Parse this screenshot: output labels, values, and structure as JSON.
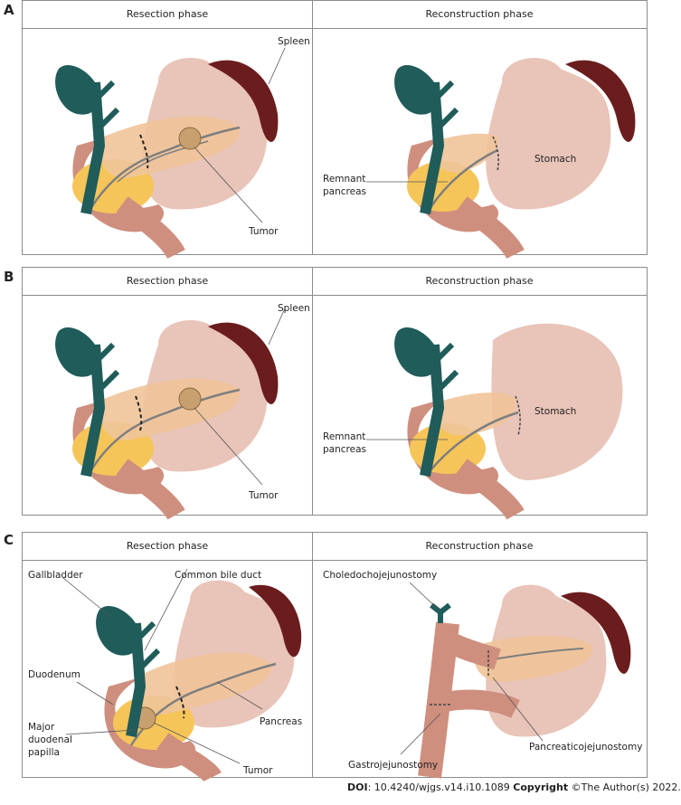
{
  "panels": {
    "a": {
      "letter": "A",
      "resection_title": "Resection phase",
      "reconstruction_title": "Reconstruction phase",
      "labels": {
        "spleen": "Spleen",
        "tumor": "Tumor",
        "stomach": "Stomach",
        "remnant": "Remnant\npancreas"
      }
    },
    "b": {
      "letter": "B",
      "resection_title": "Resection phase",
      "reconstruction_title": "Reconstruction phase",
      "labels": {
        "spleen": "Spleen",
        "tumor": "Tumor",
        "stomach": "Stomach",
        "remnant": "Remnant\npancreas"
      }
    },
    "c": {
      "letter": "C",
      "resection_title": "Resection phase",
      "reconstruction_title": "Reconstruction phase",
      "labels": {
        "gallbladder": "Gallbladder",
        "common_bile_duct": "Common bile duct",
        "duodenum": "Duodenum",
        "papilla": "Major\nduodenal\npapilla",
        "pancreas": "Pancreas",
        "tumor": "Tumor",
        "choledochojejunostomy": "Choledochojejunostomy",
        "gastrojejunostomy": "Gastrojejunostomy",
        "pancreaticojejunostomy": "Pancreaticojejunostomy"
      }
    }
  },
  "footer": {
    "doi_label": "DOI",
    "doi_value": ": 10.4240/wjgs.v14.i10.1089 ",
    "copyright_label": "Copyright",
    "copyright_value": " ©The Author(s) 2022."
  },
  "colors": {
    "stomach": "#e9c4b8",
    "duodenum": "#cf8f7e",
    "pancreas": "#f6c55a",
    "spleen": "#6b1d1d",
    "biliary": "#1f5c5a",
    "vessel": "#7e7e7e"
  }
}
